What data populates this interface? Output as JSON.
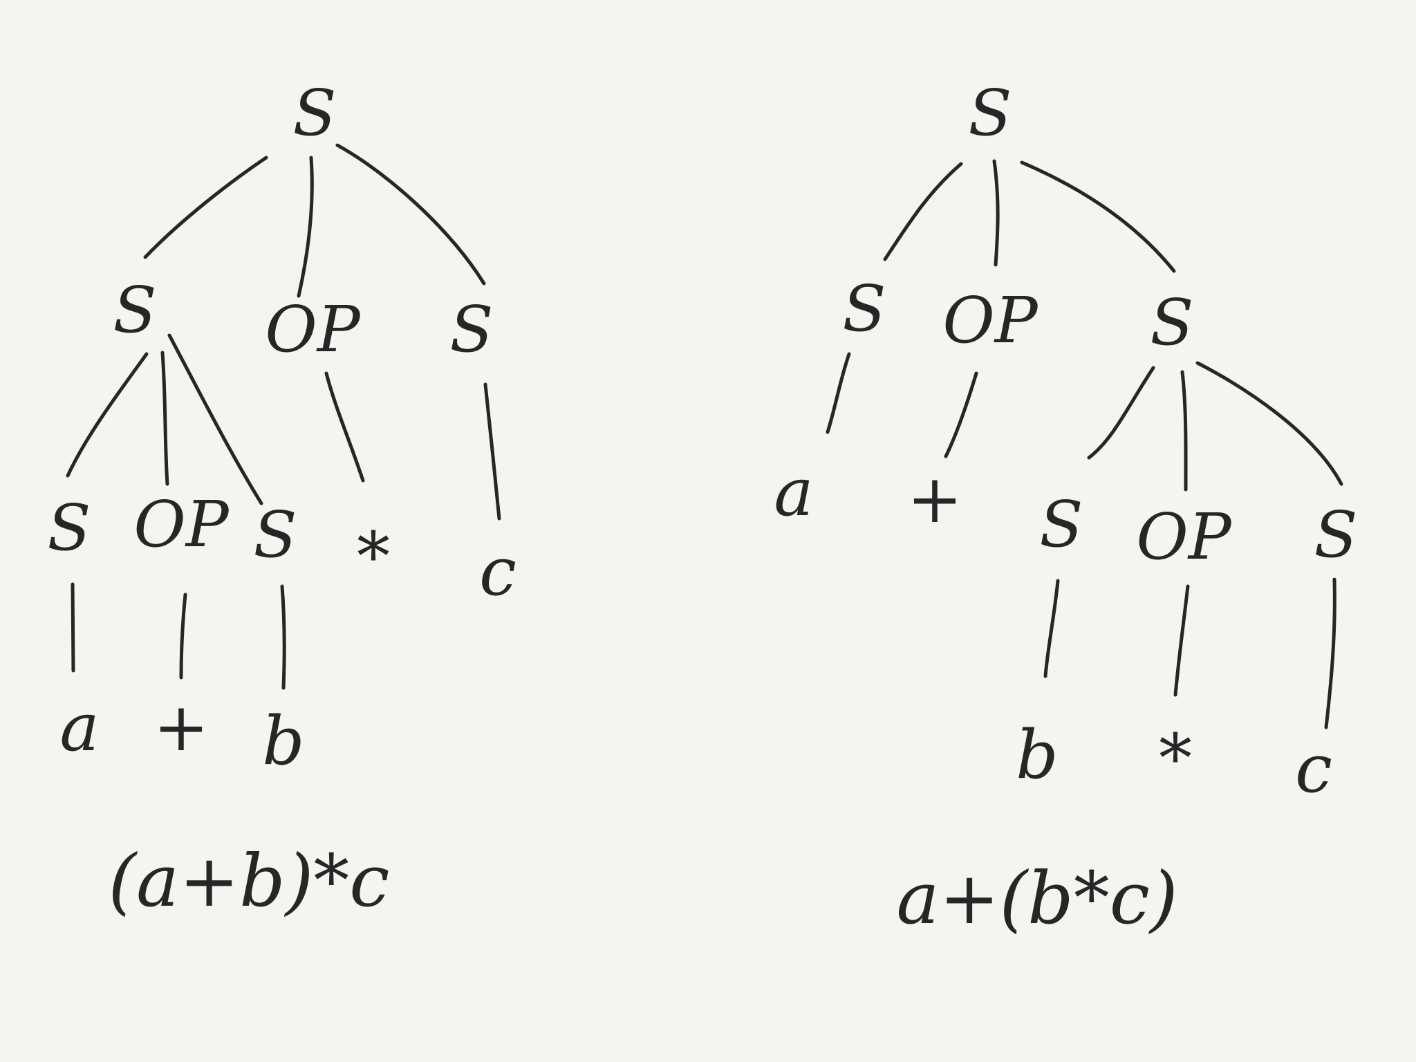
{
  "trees": [
    {
      "root": {
        "label": "S",
        "children": [
          {
            "label": "S",
            "children": [
              {
                "label": "S",
                "children": [
                  {
                    "label": "a"
                  }
                ]
              },
              {
                "label": "OP",
                "children": [
                  {
                    "label": "+"
                  }
                ]
              },
              {
                "label": "S",
                "children": [
                  {
                    "label": "b"
                  }
                ]
              }
            ]
          },
          {
            "label": "OP",
            "children": [
              {
                "label": "*"
              }
            ]
          },
          {
            "label": "S",
            "children": [
              {
                "label": "c"
              }
            ]
          }
        ]
      },
      "expression": "(a+b)*c"
    },
    {
      "root": {
        "label": "S",
        "children": [
          {
            "label": "S",
            "children": [
              {
                "label": "a"
              }
            ]
          },
          {
            "label": "OP",
            "children": [
              {
                "label": "+"
              }
            ]
          },
          {
            "label": "S",
            "children": [
              {
                "label": "S",
                "children": [
                  {
                    "label": "b"
                  }
                ]
              },
              {
                "label": "OP",
                "children": [
                  {
                    "label": "*"
                  }
                ]
              },
              {
                "label": "S",
                "children": [
                  {
                    "label": "c"
                  }
                ]
              }
            ]
          }
        ]
      },
      "expression": "a+(b*c)"
    }
  ]
}
